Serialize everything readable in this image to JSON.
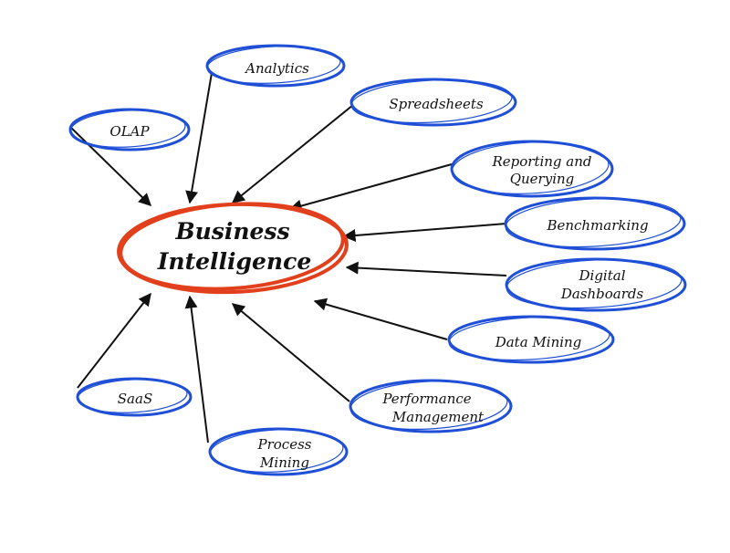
{
  "center": {
    "line1": "Business",
    "line2": "Intelligence",
    "color": "#e2401c"
  },
  "node_color": "#1f4fd6",
  "nodes": [
    {
      "id": "analytics",
      "lines": [
        "Analytics"
      ]
    },
    {
      "id": "olap",
      "lines": [
        "OLAP"
      ]
    },
    {
      "id": "spreadsheets",
      "lines": [
        "Spreadsheets"
      ]
    },
    {
      "id": "reporting",
      "lines": [
        "Reporting and",
        "Querying"
      ]
    },
    {
      "id": "benchmarking",
      "lines": [
        "Benchmarking"
      ]
    },
    {
      "id": "dashboards",
      "lines": [
        "Digital",
        "Dashboards"
      ]
    },
    {
      "id": "datamining",
      "lines": [
        "Data Mining"
      ]
    },
    {
      "id": "performance",
      "lines": [
        "Performance",
        "Management"
      ]
    },
    {
      "id": "saas",
      "lines": [
        "SaaS"
      ]
    },
    {
      "id": "processmining",
      "lines": [
        "Process",
        "Mining"
      ]
    }
  ]
}
